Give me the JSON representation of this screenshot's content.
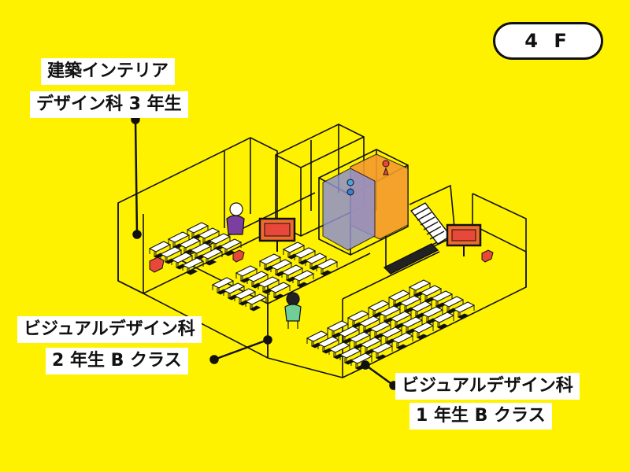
{
  "floor": {
    "label": "4 F"
  },
  "labels": {
    "architecture": {
      "line1": "建築インテリア",
      "line2": "デザイン科 3 年生"
    },
    "visual2b": {
      "line1": "ビジュアルデザイン科",
      "line2": "2 年生 B クラス"
    },
    "visual1b": {
      "line1": "ビジュアルデザイン科",
      "line2": "1 年生 B クラス"
    }
  },
  "colors": {
    "background": "#fff200",
    "outline": "#111111",
    "desk": "#ffffff",
    "screen": "#f06b2d",
    "elevator_orange": "#f39a2e",
    "elevator_purple": "#8f8fcf",
    "person_purple": "#7a3fa0",
    "person_green": "#6fcf97",
    "chair_red": "#e8483a"
  },
  "icons": [
    "projector-screen-icon",
    "person-icon",
    "chair-icon",
    "staircase-icon",
    "elevator-icon"
  ]
}
